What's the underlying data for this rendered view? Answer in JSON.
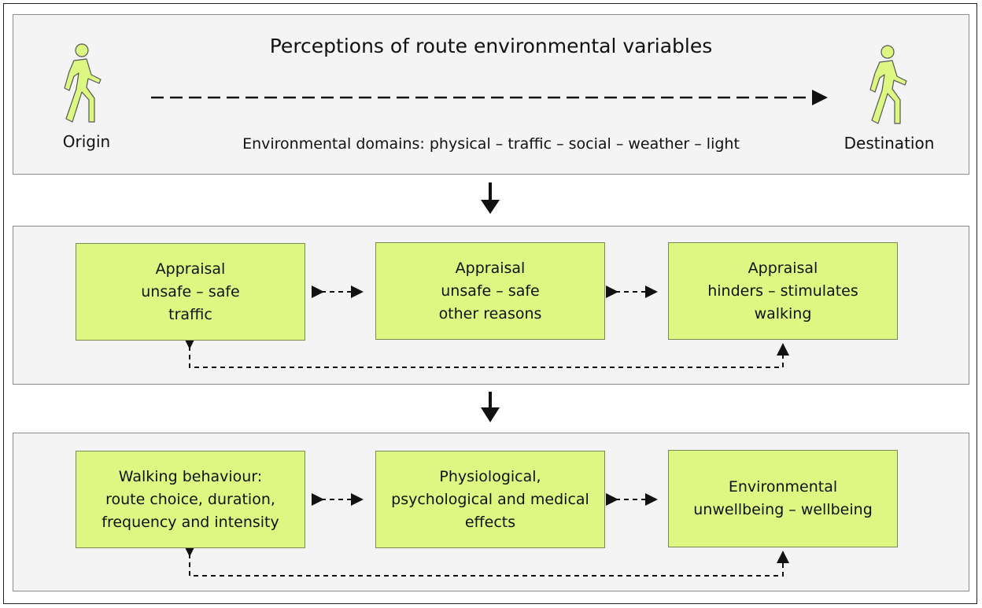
{
  "top": {
    "title": "Perceptions of route environmental variables",
    "origin": "Origin",
    "destination": "Destination",
    "domains": "Environmental domains: physical – traffic – social – weather – light"
  },
  "appraisal": [
    {
      "lines": [
        "Appraisal",
        "unsafe – safe",
        "traffic"
      ]
    },
    {
      "lines": [
        "Appraisal",
        "unsafe – safe",
        "other reasons"
      ]
    },
    {
      "lines": [
        "Appraisal",
        "hinders – stimulates",
        "walking"
      ]
    }
  ],
  "outcomes": [
    {
      "lines": [
        "Walking behaviour:",
        "route choice, duration,",
        "frequency and intensity"
      ]
    },
    {
      "lines": [
        "Physiological,",
        "psychological and medical",
        "effects"
      ]
    },
    {
      "lines": [
        "Environmental",
        "unwellbeing – wellbeing"
      ]
    }
  ],
  "colors": {
    "box": "#dcf883",
    "panel": "#f4f4f4",
    "walker": "#dcf883"
  }
}
